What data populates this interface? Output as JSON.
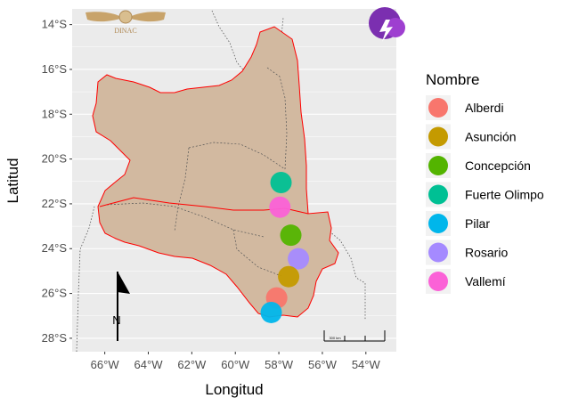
{
  "chart_data": {
    "type": "scatter",
    "xlabel": "Longitud",
    "ylabel": "Latitud",
    "x_ticks": [
      "66°W",
      "64°W",
      "62°W",
      "60°W",
      "58°W",
      "56°W",
      "54°W"
    ],
    "x_tick_values": [
      -66,
      -64,
      -62,
      -60,
      -58,
      -56,
      -54
    ],
    "y_ticks": [
      "14°S",
      "16°S",
      "18°S",
      "20°S",
      "22°S",
      "24°S",
      "26°S",
      "28°S"
    ],
    "y_tick_values": [
      -14,
      -16,
      -18,
      -20,
      -22,
      -24,
      -26,
      -28
    ],
    "xlim": [
      -67.5,
      -52.6
    ],
    "ylim": [
      -28.6,
      -13.3
    ],
    "legend": {
      "title": "Nombre",
      "position": "right",
      "entries": [
        {
          "name": "Alberdi",
          "color": "#F8766D"
        },
        {
          "name": "Asunción",
          "color": "#C49A00"
        },
        {
          "name": "Concepción",
          "color": "#53B400"
        },
        {
          "name": "Fuerte Olimpo",
          "color": "#00C094"
        },
        {
          "name": "Pilar",
          "color": "#00B6EB"
        },
        {
          "name": "Rosario",
          "color": "#A58AFF"
        },
        {
          "name": "Vallemí",
          "color": "#FB61D7"
        }
      ]
    },
    "points": [
      {
        "name": "Fuerte Olimpo",
        "lon": -57.9,
        "lat": -21.05,
        "color": "#00C094"
      },
      {
        "name": "Vallemí",
        "lon": -57.95,
        "lat": -22.15,
        "color": "#FB61D7"
      },
      {
        "name": "Concepción",
        "lon": -57.45,
        "lat": -23.4,
        "color": "#53B400"
      },
      {
        "name": "Rosario",
        "lon": -57.1,
        "lat": -24.45,
        "color": "#A58AFF"
      },
      {
        "name": "Asunción",
        "lon": -57.55,
        "lat": -25.25,
        "color": "#C49A00"
      },
      {
        "name": "Alberdi",
        "lon": -58.1,
        "lat": -26.2,
        "color": "#F8766D"
      },
      {
        "name": "Pilar",
        "lon": -58.35,
        "lat": -26.85,
        "color": "#00B6EB"
      }
    ],
    "grid": true,
    "background": "#EBEBEB",
    "country_fill": "#D2B9A0",
    "country_border": "#FF0000"
  },
  "north_arrow": {
    "label": "N"
  },
  "scale_bar": {
    "label": "300 km"
  },
  "logo_left": {
    "text": "DINAC"
  }
}
